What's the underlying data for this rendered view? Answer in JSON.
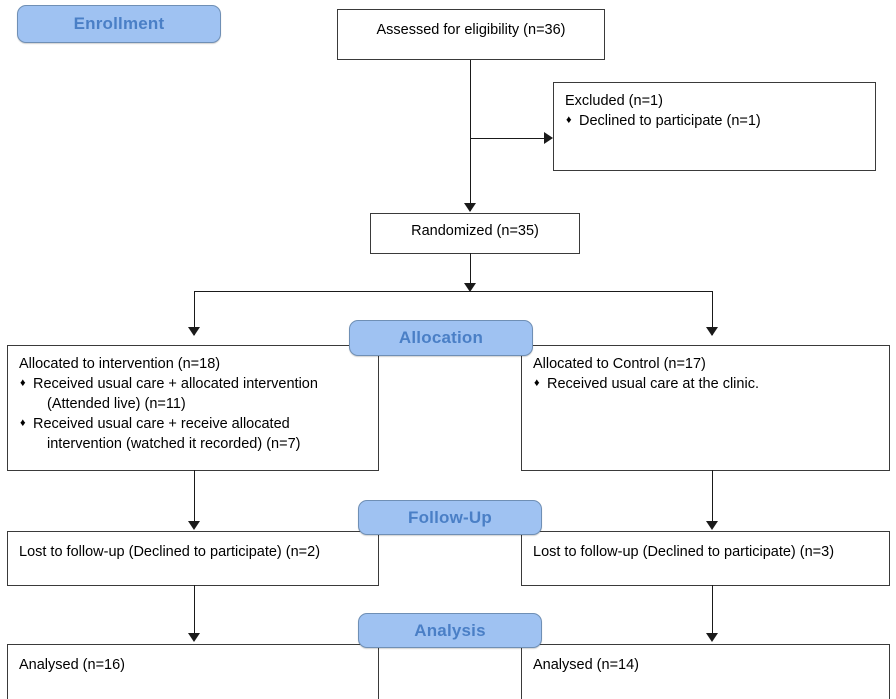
{
  "diagram": {
    "title": "CONSORT participant flow diagram",
    "bullet_glyph": "♦",
    "colors": {
      "pill_fill": "#9fc2f2",
      "pill_border": "#6f8fb5",
      "pill_text": "#4a7fc6",
      "box_border": "#3a3a3a",
      "connector": "#1a1a1a",
      "background": "#ffffff"
    }
  },
  "stages": {
    "enrollment": "Enrollment",
    "allocation": "Allocation",
    "follow_up": "Follow-Up",
    "analysis": "Analysis"
  },
  "nodes": {
    "assessed": {
      "text": "Assessed for eligibility (n=36)"
    },
    "excluded": {
      "heading": "Excluded (n=1)",
      "bullets": [
        "Declined to participate (n=1)"
      ]
    },
    "randomized": {
      "text": "Randomized (n=35)"
    },
    "allocated_intervention": {
      "heading": "Allocated to intervention (n=18)",
      "bullets": [
        {
          "line1": "Received usual care + allocated intervention",
          "line2": "(Attended live) (n=11)"
        },
        {
          "line1": "Received usual care + receive allocated",
          "line2": "intervention (watched it recorded) (n=7)"
        }
      ]
    },
    "allocated_control": {
      "heading": "Allocated to Control (n=17)",
      "bullets": [
        "Received usual care at the clinic."
      ]
    },
    "lost_intervention": {
      "text": "Lost to follow-up (Declined to participate) (n=2)"
    },
    "lost_control": {
      "text": "Lost to follow-up (Declined to participate) (n=3)"
    },
    "analysed_intervention": {
      "text": "Analysed (n=16)"
    },
    "analysed_control": {
      "text": "Analysed (n=14)"
    }
  },
  "chart_data": {
    "type": "diagram",
    "title": "CONSORT flow diagram",
    "flow": [
      {
        "stage": "Enrollment",
        "node": "Assessed for eligibility",
        "n": 36
      },
      {
        "stage": "Enrollment",
        "node": "Excluded",
        "n": 1,
        "reason": "Declined to participate"
      },
      {
        "stage": "Enrollment",
        "node": "Randomized",
        "n": 35
      },
      {
        "stage": "Allocation",
        "node": "Allocated to intervention",
        "n": 18
      },
      {
        "stage": "Allocation",
        "node": "Received usual care + allocated intervention (Attended live)",
        "n": 11
      },
      {
        "stage": "Allocation",
        "node": "Received usual care + receive allocated intervention (watched it recorded)",
        "n": 7
      },
      {
        "stage": "Allocation",
        "node": "Allocated to Control",
        "n": 17
      },
      {
        "stage": "Follow-Up",
        "node": "Lost to follow-up (intervention arm)",
        "n": 2
      },
      {
        "stage": "Follow-Up",
        "node": "Lost to follow-up (control arm)",
        "n": 3
      },
      {
        "stage": "Analysis",
        "node": "Analysed (intervention arm)",
        "n": 16
      },
      {
        "stage": "Analysis",
        "node": "Analysed (control arm)",
        "n": 14
      }
    ]
  }
}
